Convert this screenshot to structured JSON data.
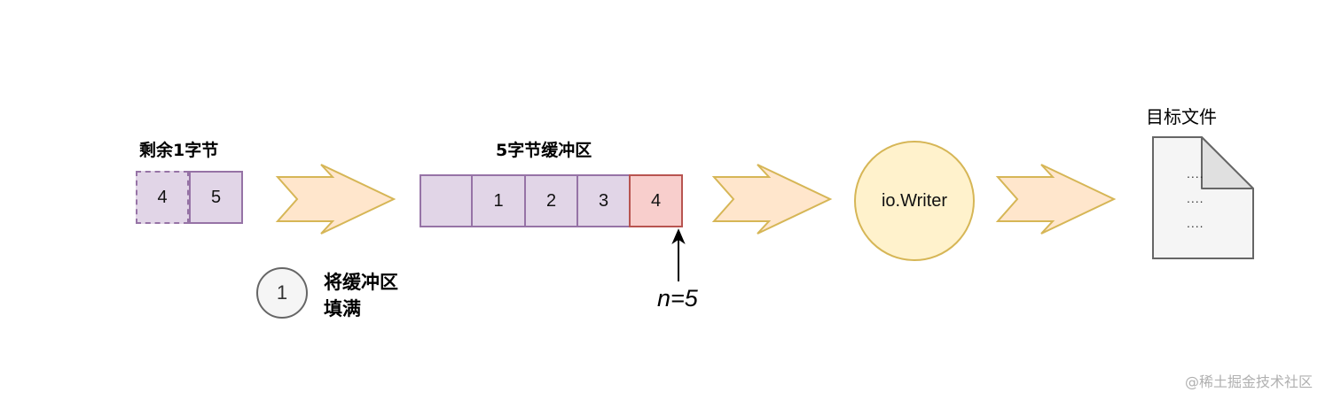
{
  "remaining": {
    "title": "剩余1字节",
    "cells": [
      "4",
      "5"
    ]
  },
  "buffer": {
    "title": "5字节缓冲区",
    "cells": [
      "",
      "1",
      "2",
      "3",
      "4"
    ]
  },
  "pointer": {
    "label": "n=5"
  },
  "step": {
    "number": "1",
    "text_line1": "将缓冲区",
    "text_line2": "填满"
  },
  "writer": {
    "label": "io.Writer"
  },
  "target": {
    "title": "目标文件",
    "lines": [
      "....",
      "....",
      "...."
    ]
  },
  "watermark": "@稀土掘金技术社区",
  "colors": {
    "cell_fill": "#e1d5e7",
    "cell_border": "#9673a6",
    "highlight_fill": "#f8cecc",
    "highlight_border": "#b85450",
    "arrow_fill": "#ffe6cc",
    "arrow_border": "#d6b656",
    "writer_fill": "#fff2cc",
    "writer_border": "#d6b656",
    "document_fill": "#f5f5f5",
    "document_border": "#666666"
  }
}
